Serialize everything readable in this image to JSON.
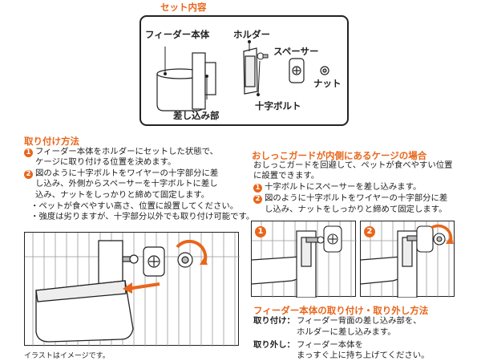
{
  "set": {
    "title": "セット内容",
    "feeder_label": "フィーダー本体",
    "holder_label": "ホルダー",
    "spacer_label": "スペーサー",
    "nut_label": "ナット",
    "insert_label": "差し込み部",
    "bolt_label": "十字ボルト"
  },
  "install": {
    "title": "取り付け方法",
    "step1_num": "1",
    "step1_line1": "フィーダー本体をホルダーにセットした状態で、",
    "step1_line2": "ケージに取り付ける位置を決めます。",
    "step2_num": "2",
    "step2_line1": "図のように十字ボルトをワイヤーの十字部分に差",
    "step2_line2": "し込み、外側からスペーサーを十字ボルトに差し",
    "step2_line3": "込み、ナットをしっかりと締めて固定します。",
    "note1": "・ペットが食べやすい高さ、位置に設置してください。",
    "note2": "・強度は劣りますが、十字部分以外でも取り付け可能です。",
    "caption": "イラストはイメージです。"
  },
  "guard": {
    "title": "おしっこガードが内側にあるケージの場合",
    "line1": "おしっこガードを回避して、ペットが食べやすい位置",
    "line2": "に設置できます。",
    "step1_num": "1",
    "step1_text": "十字ボルトにスペーサーを差し込みます。",
    "step2_num": "2",
    "step2_line1": "図のように十字ボルトをワイヤーの十字部分に差",
    "step2_line2": "し込み、ナットをしっかりと締めて固定します。",
    "panel1_num": "1",
    "panel2_num": "2"
  },
  "attach": {
    "title": "フィーダー本体の取り付け・取り外し方法",
    "attach_label": "取り付け：",
    "attach_line1": "フィーダー背面の差し込み部を、",
    "attach_line2": "ホルダーに差し込みます。",
    "remove_label": "取り外し：",
    "remove_line1": "フィーダー本体を",
    "remove_line2": "まっすぐ上に持ち上げてください。"
  },
  "colors": {
    "accent": "#e8661b",
    "text": "#222222"
  }
}
